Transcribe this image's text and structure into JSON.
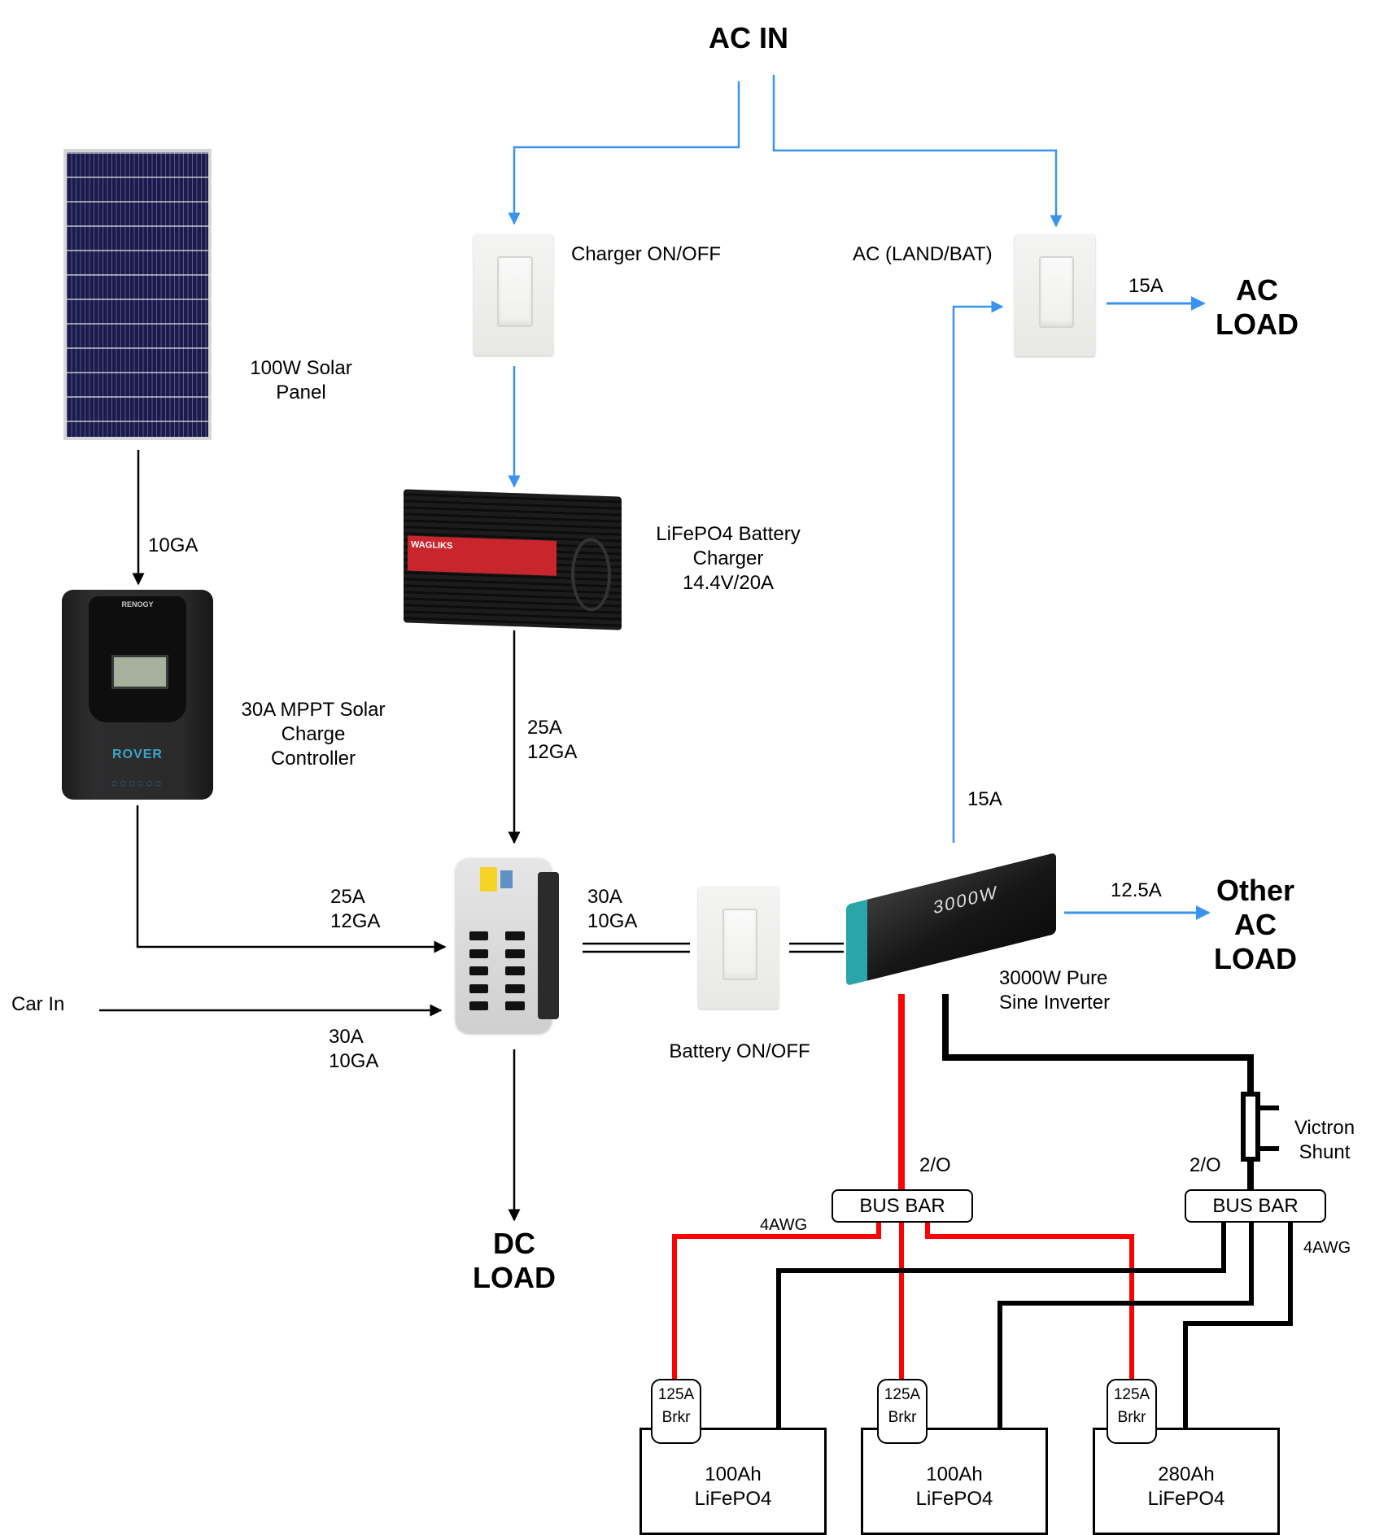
{
  "diagram": {
    "title": "AC IN",
    "colors": {
      "ac_wire": "#3a93f0",
      "dc_wire": "#000000",
      "positive": "#ff0000",
      "negative": "#000000"
    },
    "components": {
      "solar_panel": {
        "label_lines": [
          "100W Solar",
          "Panel"
        ],
        "icon": "solar-panel"
      },
      "charge_controller": {
        "label_lines": [
          "30A MPPT Solar",
          "Charge",
          "Controller"
        ],
        "brand": "RENOGY",
        "model": "ROVER",
        "icon": "charge-controller"
      },
      "charger_switch": {
        "label": "Charger ON/OFF",
        "icon": "wall-switch"
      },
      "ac_switch": {
        "label": "AC (LAND/BAT)",
        "icon": "wall-switch"
      },
      "battery_charger": {
        "label_lines": [
          "LiFePO4 Battery",
          "Charger",
          "14.4V/20A"
        ],
        "brand": "WAGLIKS",
        "icon": "battery-charger"
      },
      "fuse_block": {
        "icon": "fuse-block"
      },
      "battery_switch": {
        "label": "Battery ON/OFF",
        "icon": "wall-switch"
      },
      "inverter": {
        "label_lines": [
          "3000W Pure",
          "Sine Inverter"
        ],
        "face_text": "3000W",
        "icon": "inverter"
      },
      "victron_shunt": {
        "label_lines": [
          "Victron",
          "Shunt"
        ]
      },
      "bus_bar_positive": {
        "label": "BUS BAR"
      },
      "bus_bar_negative": {
        "label": "BUS BAR"
      },
      "batteries": [
        {
          "capacity": "100Ah",
          "chemistry": "LiFePO4",
          "breaker": [
            "125A",
            "Brkr"
          ]
        },
        {
          "capacity": "100Ah",
          "chemistry": "LiFePO4",
          "breaker": [
            "125A",
            "Brkr"
          ]
        },
        {
          "capacity": "280Ah",
          "chemistry": "LiFePO4",
          "breaker": [
            "125A",
            "Brkr"
          ]
        }
      ]
    },
    "loads": {
      "ac_load": [
        "AC",
        "LOAD"
      ],
      "other_ac_load": [
        "Other",
        "AC",
        "LOAD"
      ],
      "dc_load": [
        "DC",
        "LOAD"
      ]
    },
    "inputs": {
      "car_in": "Car In"
    },
    "wire_labels": {
      "solar_to_controller": "10GA",
      "charger_to_fuse": [
        "25A",
        "12GA"
      ],
      "controller_to_fuse": [
        "25A",
        "12GA"
      ],
      "car_to_fuse": [
        "30A",
        "10GA"
      ],
      "fuse_to_battery_switch": [
        "30A",
        "10GA"
      ],
      "ac_switch_to_load": "15A",
      "inverter_to_ac_switch": "15A",
      "inverter_to_other_load": "12.5A",
      "inverter_pos_cable": "2/O",
      "inverter_neg_cable": "2/O",
      "pos_bus_to_batteries": "4AWG",
      "neg_bus_to_batteries": "4AWG"
    }
  }
}
